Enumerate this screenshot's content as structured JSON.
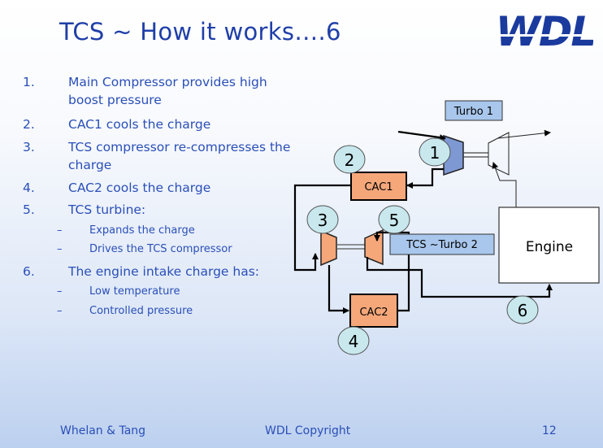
{
  "slide": {
    "title": "TCS ~ How it works….6",
    "logo_text": "WDL",
    "items": [
      {
        "num": "1.",
        "text": "Main Compressor provides high boost pressure"
      },
      {
        "num": "2.",
        "text": "CAC1 cools the charge"
      },
      {
        "num": "3.",
        "text": "TCS compressor re-compresses the charge"
      },
      {
        "num": "4.",
        "text": "CAC2 cools the charge"
      },
      {
        "num": "5.",
        "text": "TCS turbine:"
      },
      {
        "num": "6.",
        "text": "The engine intake charge has:"
      }
    ],
    "subitems5": [
      "Expands the charge",
      "Drives the TCS compressor"
    ],
    "subitems6": [
      "Low temperature",
      "Controlled pressure"
    ],
    "dash": "–"
  },
  "diagram": {
    "turbo1_label": "Turbo 1",
    "cac1_label": "CAC1",
    "cac2_label": "CAC2",
    "tcs_label": "TCS ~Turbo 2",
    "engine_label": "Engine",
    "markers": [
      "1",
      "2",
      "3",
      "4",
      "5",
      "6"
    ],
    "colors": {
      "cooler": "#f5a77a",
      "turbo1_fill": "#7e98d4",
      "label_box": "#a9c7ec",
      "marker_fill": "#c8e8ee"
    }
  },
  "footer": {
    "left": "Whelan & Tang",
    "center": "WDL Copyright",
    "page": "12"
  }
}
